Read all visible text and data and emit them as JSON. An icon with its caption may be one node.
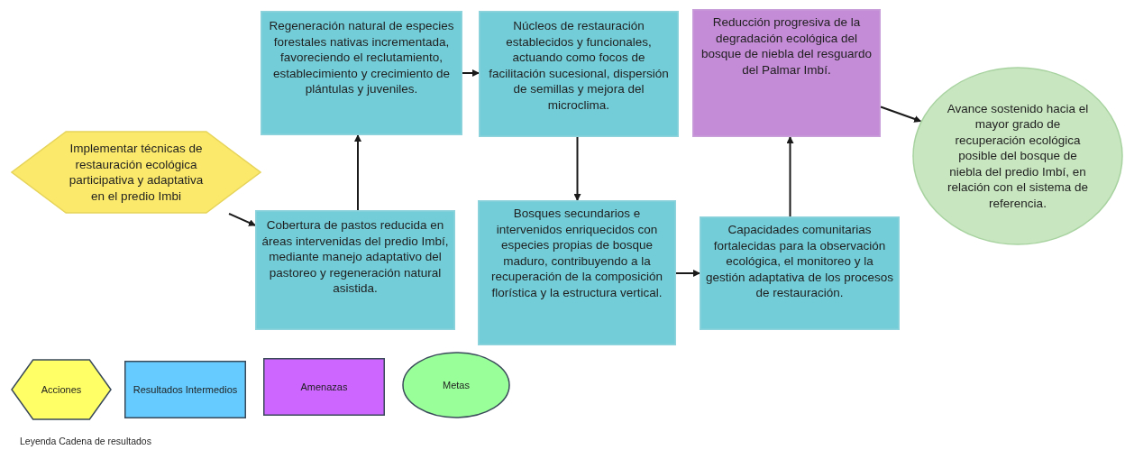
{
  "diagram": {
    "nodes": [
      {
        "text": [
          "Implementar técnicas de restauración ecológica participativa y adaptativa en el predio Imbi"
        ]
      },
      {
        "text": [
          "Regeneración natural de especies forestales nativas incrementada, favoreciendo el reclutamiento, establecimiento y crecimiento de plántulas y juveniles."
        ]
      },
      {
        "text": [
          "Núcleos de restauración establecidos y funcionales, actuando como focos de facilitación sucesional, dispersión de semillas y mejora del microclima."
        ]
      },
      {
        "text": [
          "Reducción progresiva de la degradación ecológica del bosque de niebla del resguardo del Palmar Imbí."
        ]
      },
      {
        "text": [
          "Avance sostenido hacia el mayor grado de recuperación ecológica posible del bosque de niebla del predio Imbí, en relación con el sistema de referencia."
        ]
      },
      {
        "text": [
          "Cobertura de pastos reducida en áreas intervenidas del predio Imbí, mediante manejo adaptativo del pastoreo y regeneración natural asistida."
        ]
      },
      {
        "text": [
          "Bosques secundarios e intervenidos enriquecidos con especies propias de bosque maduro, contribuyendo a la recuperación de la composición florística y la estructura vertical."
        ]
      },
      {
        "text": [
          "Capacidades comunitarias fortalecidas para la observación ecológica, el monitoreo y la gestión adaptativa de los procesos de restauración."
        ]
      }
    ],
    "edges": [
      {
        "from": 0,
        "to": 5,
        "arrow": "to"
      },
      {
        "from": 5,
        "to": 1,
        "arrow": "to"
      },
      {
        "from": 1,
        "to": 2,
        "arrow": "to"
      },
      {
        "from": 2,
        "to": 6,
        "arrow": "to"
      },
      {
        "from": 6,
        "to": 7,
        "arrow": "to"
      },
      {
        "from": 7,
        "to": 3,
        "arrow": "to"
      },
      {
        "from": 3,
        "to": 4,
        "arrow": "to"
      }
    ],
    "labels": [
      "Leyenda Cadena de resultados"
    ],
    "legend": [
      {
        "text": "Acciones",
        "color": "#ffff66"
      },
      {
        "text": "Resultados Intermedios",
        "color": "#66ccff"
      },
      {
        "text": "Amenazas",
        "color": "#cc66ff"
      },
      {
        "text": "Metas",
        "color": "#99ff99"
      }
    ]
  }
}
